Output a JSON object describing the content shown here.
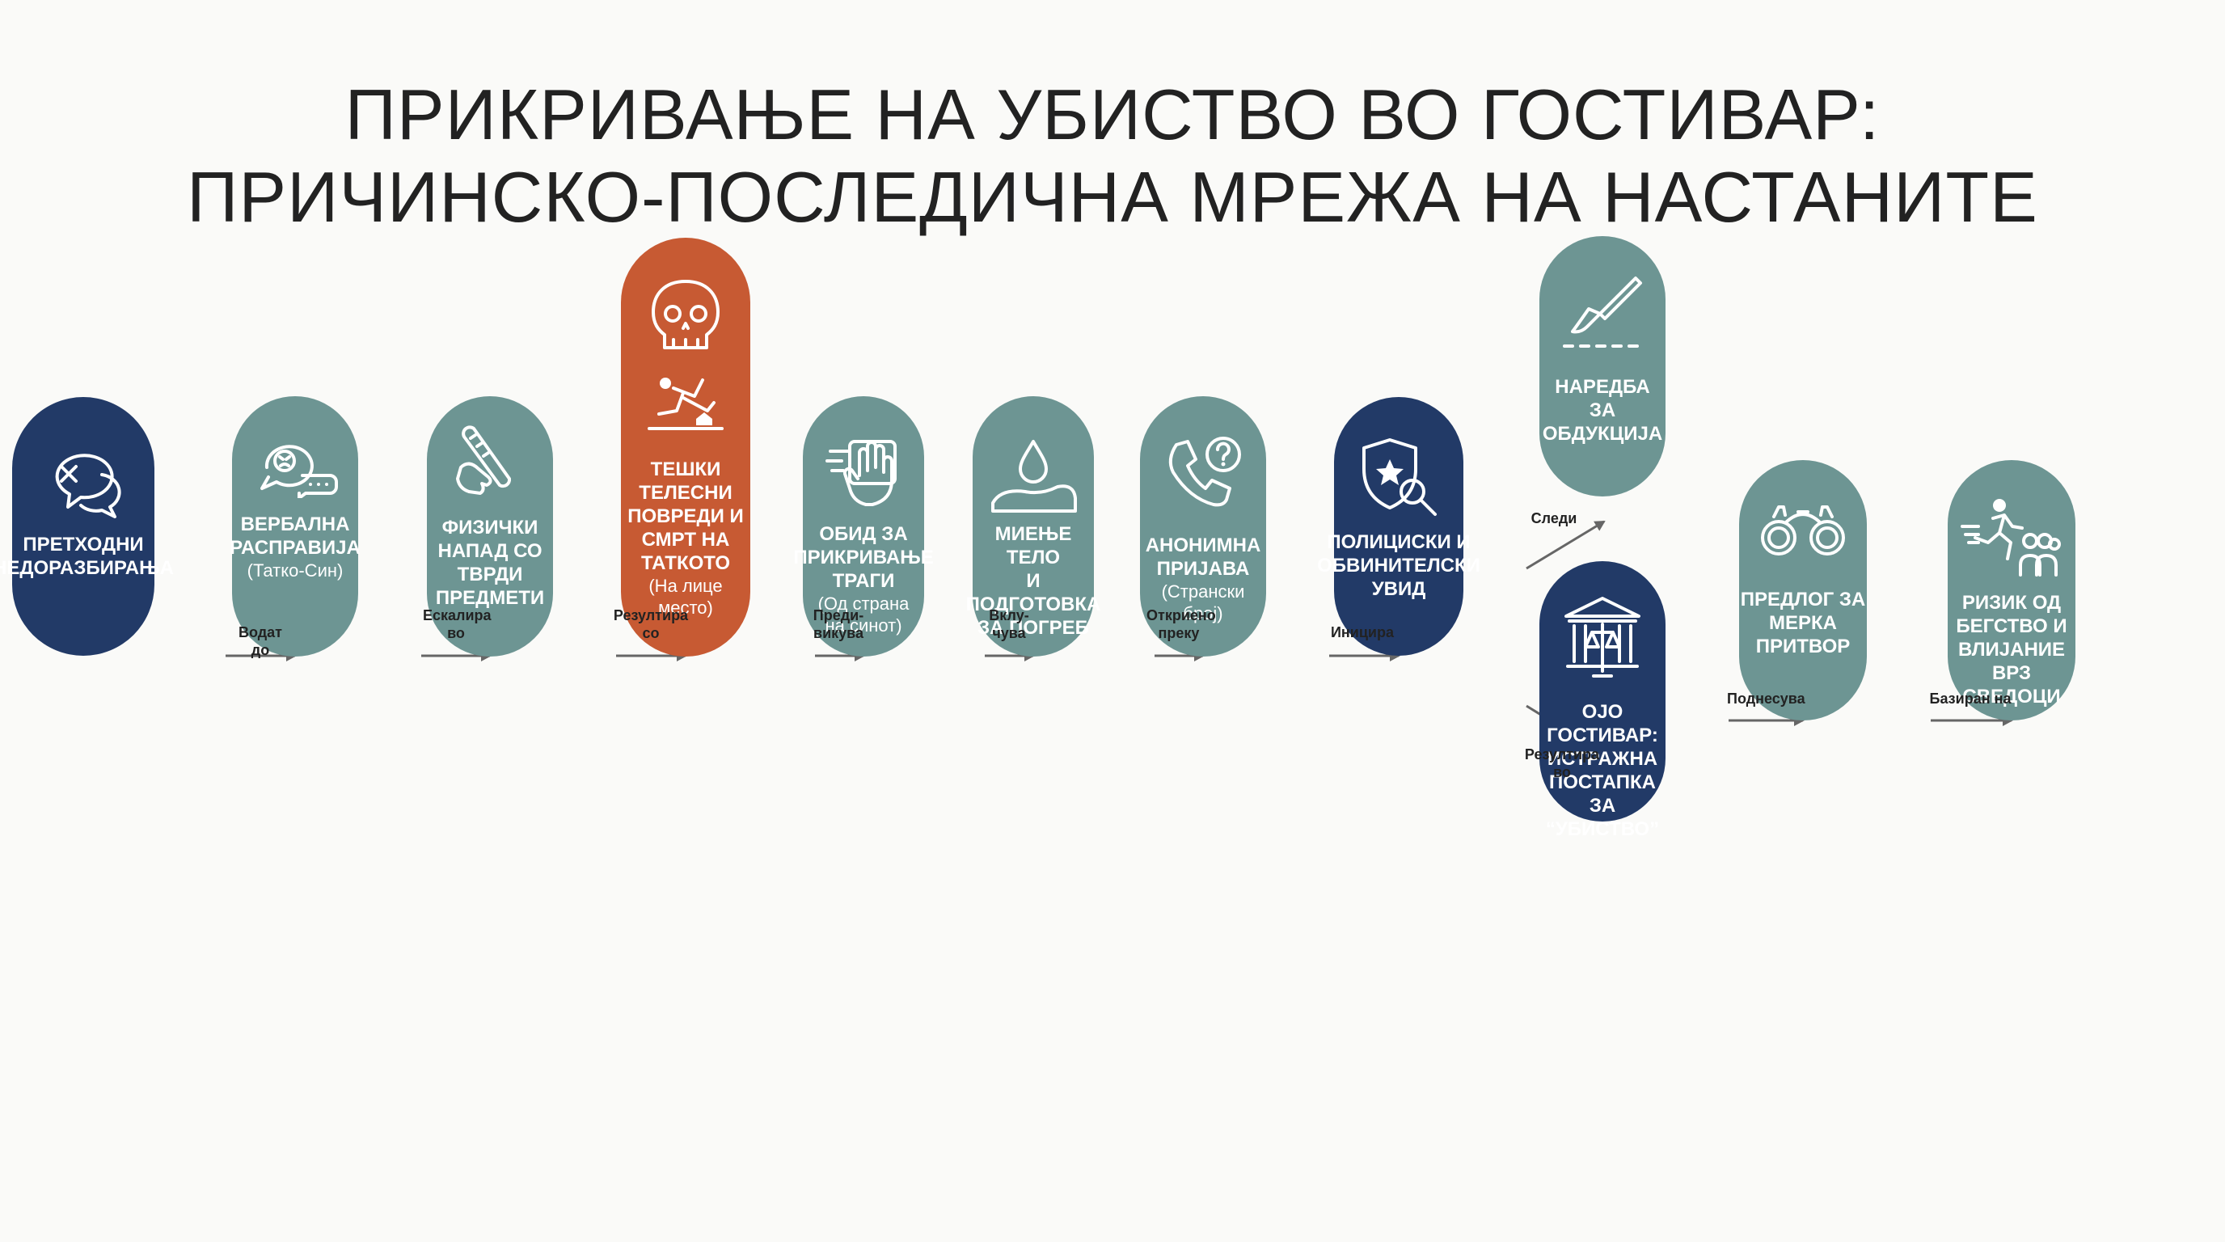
{
  "title": {
    "line1": "ПРИКРИВАЊЕ НА УБИСТВО ВО ГОСТИВАР:",
    "line2": "ПРИЧИНСКО-ПОСЛЕДИЧНА МРЕЖА НА НАСТАНИТЕ"
  },
  "colors": {
    "navy": "#223a67",
    "teal": "#6d9593",
    "orange": "#c75a33",
    "arrow": "#666666"
  },
  "nodes": [
    {
      "id": "n1",
      "icon": "speech-bubbles-x-icon",
      "label": "ПРЕТХОДНИ\nНЕДОРАЗБИРАЊА",
      "sub": "",
      "color": "navy"
    },
    {
      "id": "n2",
      "icon": "angry-speech-icon",
      "label": "ВЕРБАЛНА\nРАСПРАВИЈА",
      "sub": "(Татко-Син)",
      "color": "teal"
    },
    {
      "id": "n3",
      "icon": "hand-club-icon",
      "label": "ФИЗИЧКИ\nНАПАД СО\nТВРДИ\nПРЕДМЕТИ",
      "sub": "",
      "color": "teal"
    },
    {
      "id": "n4",
      "icon": "skull-fall-icon",
      "label": "ТЕШКИ\nТЕЛЕСНИ\nПОВРЕДИ И\nСМРТ НА\nТАТКОТО",
      "sub": "(На лице место)",
      "color": "orange"
    },
    {
      "id": "n5",
      "icon": "hand-wipe-icon",
      "label": "ОБИД ЗА\nПРИКРИВАЊЕ\nТРАГИ",
      "sub": "(Од страна\nна синот)",
      "color": "teal"
    },
    {
      "id": "n6",
      "icon": "water-drop-body-icon",
      "label": "МИЕЊЕ ТЕЛО\nИ\nПОДГОТОВКА\nЗА ПОГРЕБ",
      "sub": "",
      "color": "teal"
    },
    {
      "id": "n7",
      "icon": "phone-question-icon",
      "label": "АНОНИМНА\nПРИЈАВА",
      "sub": "(Странски број)",
      "color": "teal"
    },
    {
      "id": "n8",
      "icon": "badge-magnifier-icon",
      "label": "ПОЛИЦИСКИ И\nОБВИНИТЕЛСКИ\nУВИД",
      "sub": "",
      "color": "navy"
    },
    {
      "id": "n9",
      "icon": "scalpel-icon",
      "label": "НАРЕДБА ЗА\nОБДУКЦИЈА",
      "sub": "",
      "color": "teal"
    },
    {
      "id": "n10",
      "icon": "courthouse-scales-icon",
      "label": "ОЈО\nГОСТИВАР:\nИСТРАЖНА\nПОСТАПКА ЗА\n“УБИСТВО”",
      "sub": "",
      "color": "navy"
    },
    {
      "id": "n11",
      "icon": "handcuffs-icon",
      "label": "ПРЕДЛОГ ЗА\nМЕРКА\nПРИТВОР",
      "sub": "",
      "color": "teal"
    },
    {
      "id": "n12",
      "icon": "runner-group-icon",
      "label": "РИЗИК ОД\nБЕГСТВО И\nВЛИЈАНИЕ ВРЗ\nСВЕДОЦИ",
      "sub": "",
      "color": "teal"
    }
  ],
  "edges": [
    {
      "from": "n1",
      "to": "n2",
      "label": "Водат до"
    },
    {
      "from": "n2",
      "to": "n3",
      "label": "Ескалира\nво"
    },
    {
      "from": "n3",
      "to": "n4",
      "label": "Резултира\nсо"
    },
    {
      "from": "n4",
      "to": "n5",
      "label": "Преди-\nвикува"
    },
    {
      "from": "n5",
      "to": "n6",
      "label": "Вклу-\nчува"
    },
    {
      "from": "n6",
      "to": "n7",
      "label": "Откриено\nпреку"
    },
    {
      "from": "n7",
      "to": "n8",
      "label": "Иницира"
    },
    {
      "from": "n8",
      "to": "n9",
      "label": "Следи"
    },
    {
      "from": "n8",
      "to": "n10",
      "label": "Резултира\nво"
    },
    {
      "from": "n10",
      "to": "n11",
      "label": "Поднесува"
    },
    {
      "from": "n11",
      "to": "n12",
      "label": "Базиран на"
    }
  ]
}
